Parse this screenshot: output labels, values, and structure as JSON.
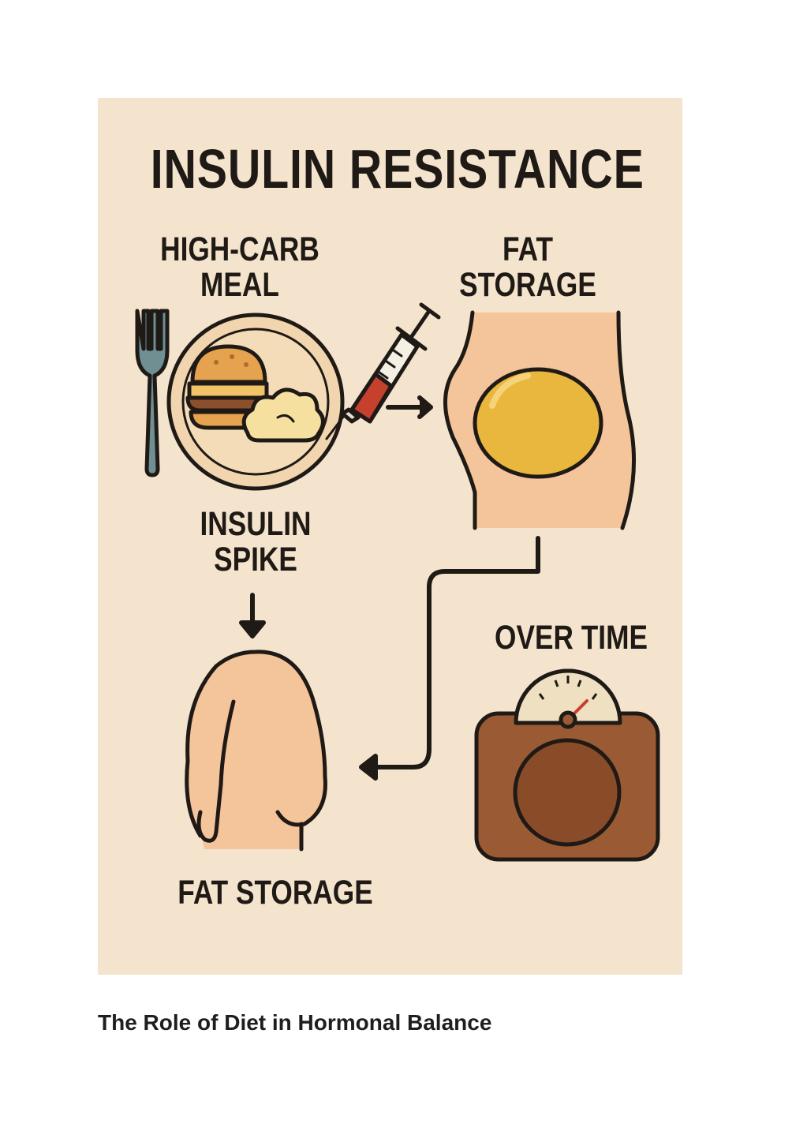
{
  "infographic": {
    "title": "INSULIN RESISTANCE",
    "steps": {
      "meal": [
        "HIGH-CARB",
        "MEAL"
      ],
      "fat_storage_top": [
        "FAT",
        "STORAGE"
      ],
      "insulin_spike": [
        "INSULIN",
        "SPIKE"
      ],
      "over_time": "OVER TIME",
      "fat_storage_bottom": "FAT STORAGE"
    },
    "icons": [
      "fork-icon",
      "plate-icon",
      "burger-icon",
      "mashed-potato-icon",
      "syringe-icon",
      "belly-fat-icon",
      "body-silhouette-icon",
      "weight-scale-icon",
      "arrow-icon"
    ],
    "colors": {
      "background": "#f5e4cd",
      "outline": "#1f1a16",
      "skin": "#f4c49a",
      "fat": "#e9b63e",
      "scale": "#9a5a34",
      "syringe_fluid": "#c6402e",
      "fork": "#6f8f92"
    }
  },
  "caption": "The Role of Diet in Hormonal Balance"
}
